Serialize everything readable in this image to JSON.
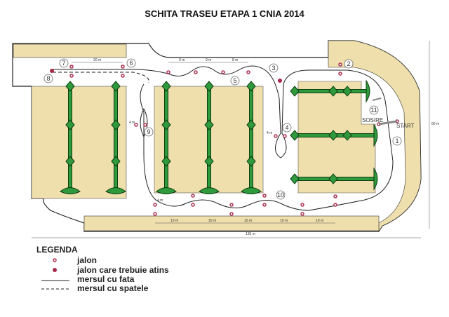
{
  "title": "SCHITA TRASEU ETAPA 1 CNIA 2014",
  "colors": {
    "area": "#efdfad",
    "pole": "#2e9a3c",
    "jalon": "#b03050"
  },
  "stations": [
    "1",
    "2",
    "3",
    "4",
    "5",
    "6",
    "7",
    "8",
    "9",
    "10",
    "11"
  ],
  "labels": {
    "finish": "SOSIRE",
    "start": "START"
  },
  "dimensions": {
    "d20": "20 m",
    "d9a": "9 m",
    "d9b": "9 m",
    "d8": "8 m",
    "d4a": "4 m",
    "d4b": "4 m",
    "d4c": "4 m",
    "d10a": "10 m",
    "d10b": "10 m",
    "d10c": "10 m",
    "d10d": "10 m",
    "d10e": "10 m",
    "length": "135 m",
    "width": "60 m"
  },
  "legend": {
    "title": "LEGENDA",
    "items": [
      "jalon",
      "jalon care trebuie atins",
      "mersul cu fata",
      "mersul cu spatele"
    ]
  }
}
